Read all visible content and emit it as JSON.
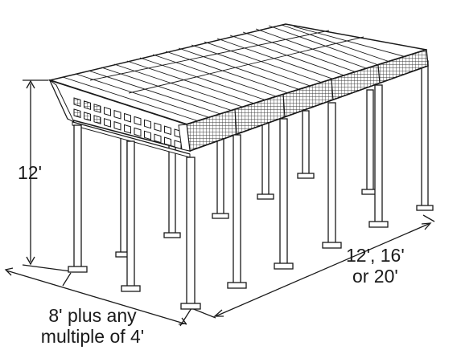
{
  "labels": {
    "height": "12'",
    "depth_line1": "12', 16'",
    "depth_line2": "or 20'",
    "length_line1": "8' plus any",
    "length_line2": "multiple of 4'"
  },
  "colors": {
    "stroke": "#1a1a1a",
    "fill": "#ffffff",
    "mesh": "#3a3a3a"
  }
}
